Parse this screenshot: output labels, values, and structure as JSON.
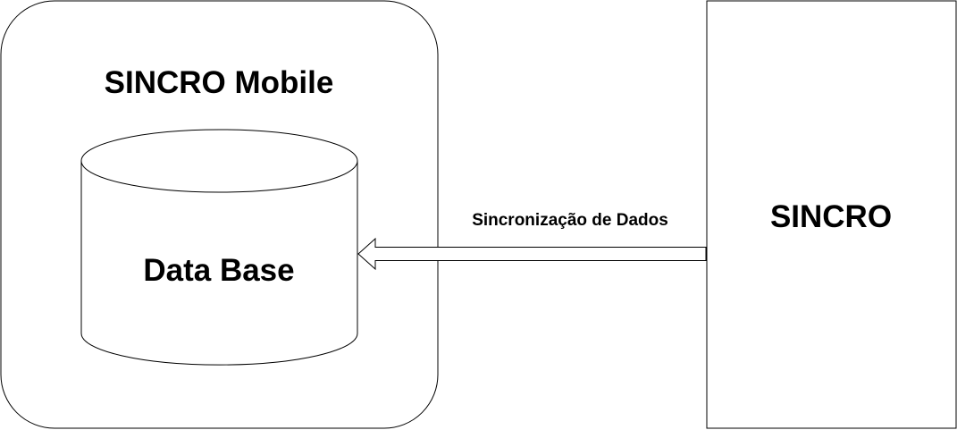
{
  "mobile_app": {
    "title": "SINCRO Mobile"
  },
  "database": {
    "label": "Data Base"
  },
  "server": {
    "title": "SINCRO"
  },
  "sync_arrow": {
    "label": "Sincronização de Dados"
  },
  "colors": {
    "stroke": "#000000",
    "background": "#ffffff"
  }
}
